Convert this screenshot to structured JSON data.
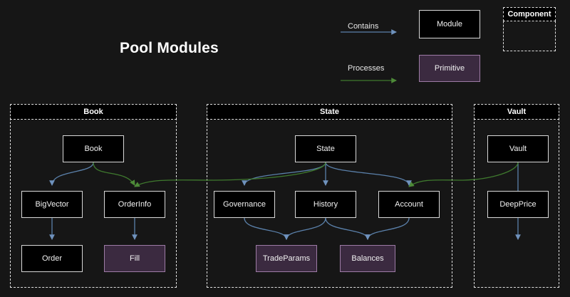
{
  "page": {
    "title": "Pool Modules",
    "background": "#161616"
  },
  "legend": {
    "contains_label": "Contains",
    "processes_label": "Processes",
    "module_label": "Module",
    "primitive_label": "Primitive",
    "component_label": "Component",
    "contains_color": "#5b81ab",
    "processes_color": "#3f7a2e",
    "module_fill": "#000000",
    "module_border": "#d8d8d8",
    "primitive_fill": "#3b2a40",
    "primitive_border": "#9d7ba5",
    "component_border": "#e0e0e0"
  },
  "groups": [
    {
      "id": "book",
      "label": "Book"
    },
    {
      "id": "state",
      "label": "State"
    },
    {
      "id": "vault",
      "label": "Vault"
    }
  ],
  "nodes": {
    "book": {
      "label": "Book",
      "type": "module",
      "group": "book"
    },
    "bigvector": {
      "label": "BigVector",
      "type": "module",
      "group": "book"
    },
    "orderinfo": {
      "label": "OrderInfo",
      "type": "module",
      "group": "book"
    },
    "order": {
      "label": "Order",
      "type": "module",
      "group": "book"
    },
    "fill": {
      "label": "Fill",
      "type": "primitive",
      "group": "book"
    },
    "state": {
      "label": "State",
      "type": "module",
      "group": "state"
    },
    "governance": {
      "label": "Governance",
      "type": "module",
      "group": "state"
    },
    "history": {
      "label": "History",
      "type": "module",
      "group": "state"
    },
    "account": {
      "label": "Account",
      "type": "module",
      "group": "state"
    },
    "tradeparams": {
      "label": "TradeParams",
      "type": "primitive",
      "group": "state"
    },
    "balances": {
      "label": "Balances",
      "type": "primitive",
      "group": "state"
    },
    "vault": {
      "label": "Vault",
      "type": "module",
      "group": "vault"
    },
    "deepprice": {
      "label": "DeepPrice",
      "type": "module",
      "group": "vault"
    }
  },
  "edges": [
    {
      "from": "book",
      "to": "bigvector",
      "kind": "contains"
    },
    {
      "from": "bigvector",
      "to": "order",
      "kind": "contains"
    },
    {
      "from": "orderinfo",
      "to": "fill",
      "kind": "contains"
    },
    {
      "from": "state",
      "to": "governance",
      "kind": "contains"
    },
    {
      "from": "state",
      "to": "history",
      "kind": "contains"
    },
    {
      "from": "state",
      "to": "account",
      "kind": "contains"
    },
    {
      "from": "governance",
      "to": "tradeparams",
      "kind": "contains"
    },
    {
      "from": "history",
      "to": "tradeparams",
      "kind": "contains"
    },
    {
      "from": "history",
      "to": "balances",
      "kind": "contains"
    },
    {
      "from": "account",
      "to": "balances",
      "kind": "contains"
    },
    {
      "from": "vault",
      "to": "deepprice",
      "kind": "contains"
    },
    {
      "from": "book",
      "to": "orderinfo",
      "kind": "processes"
    },
    {
      "from": "state",
      "to": "orderinfo",
      "kind": "processes"
    },
    {
      "from": "vault",
      "to": "account",
      "kind": "processes"
    }
  ]
}
